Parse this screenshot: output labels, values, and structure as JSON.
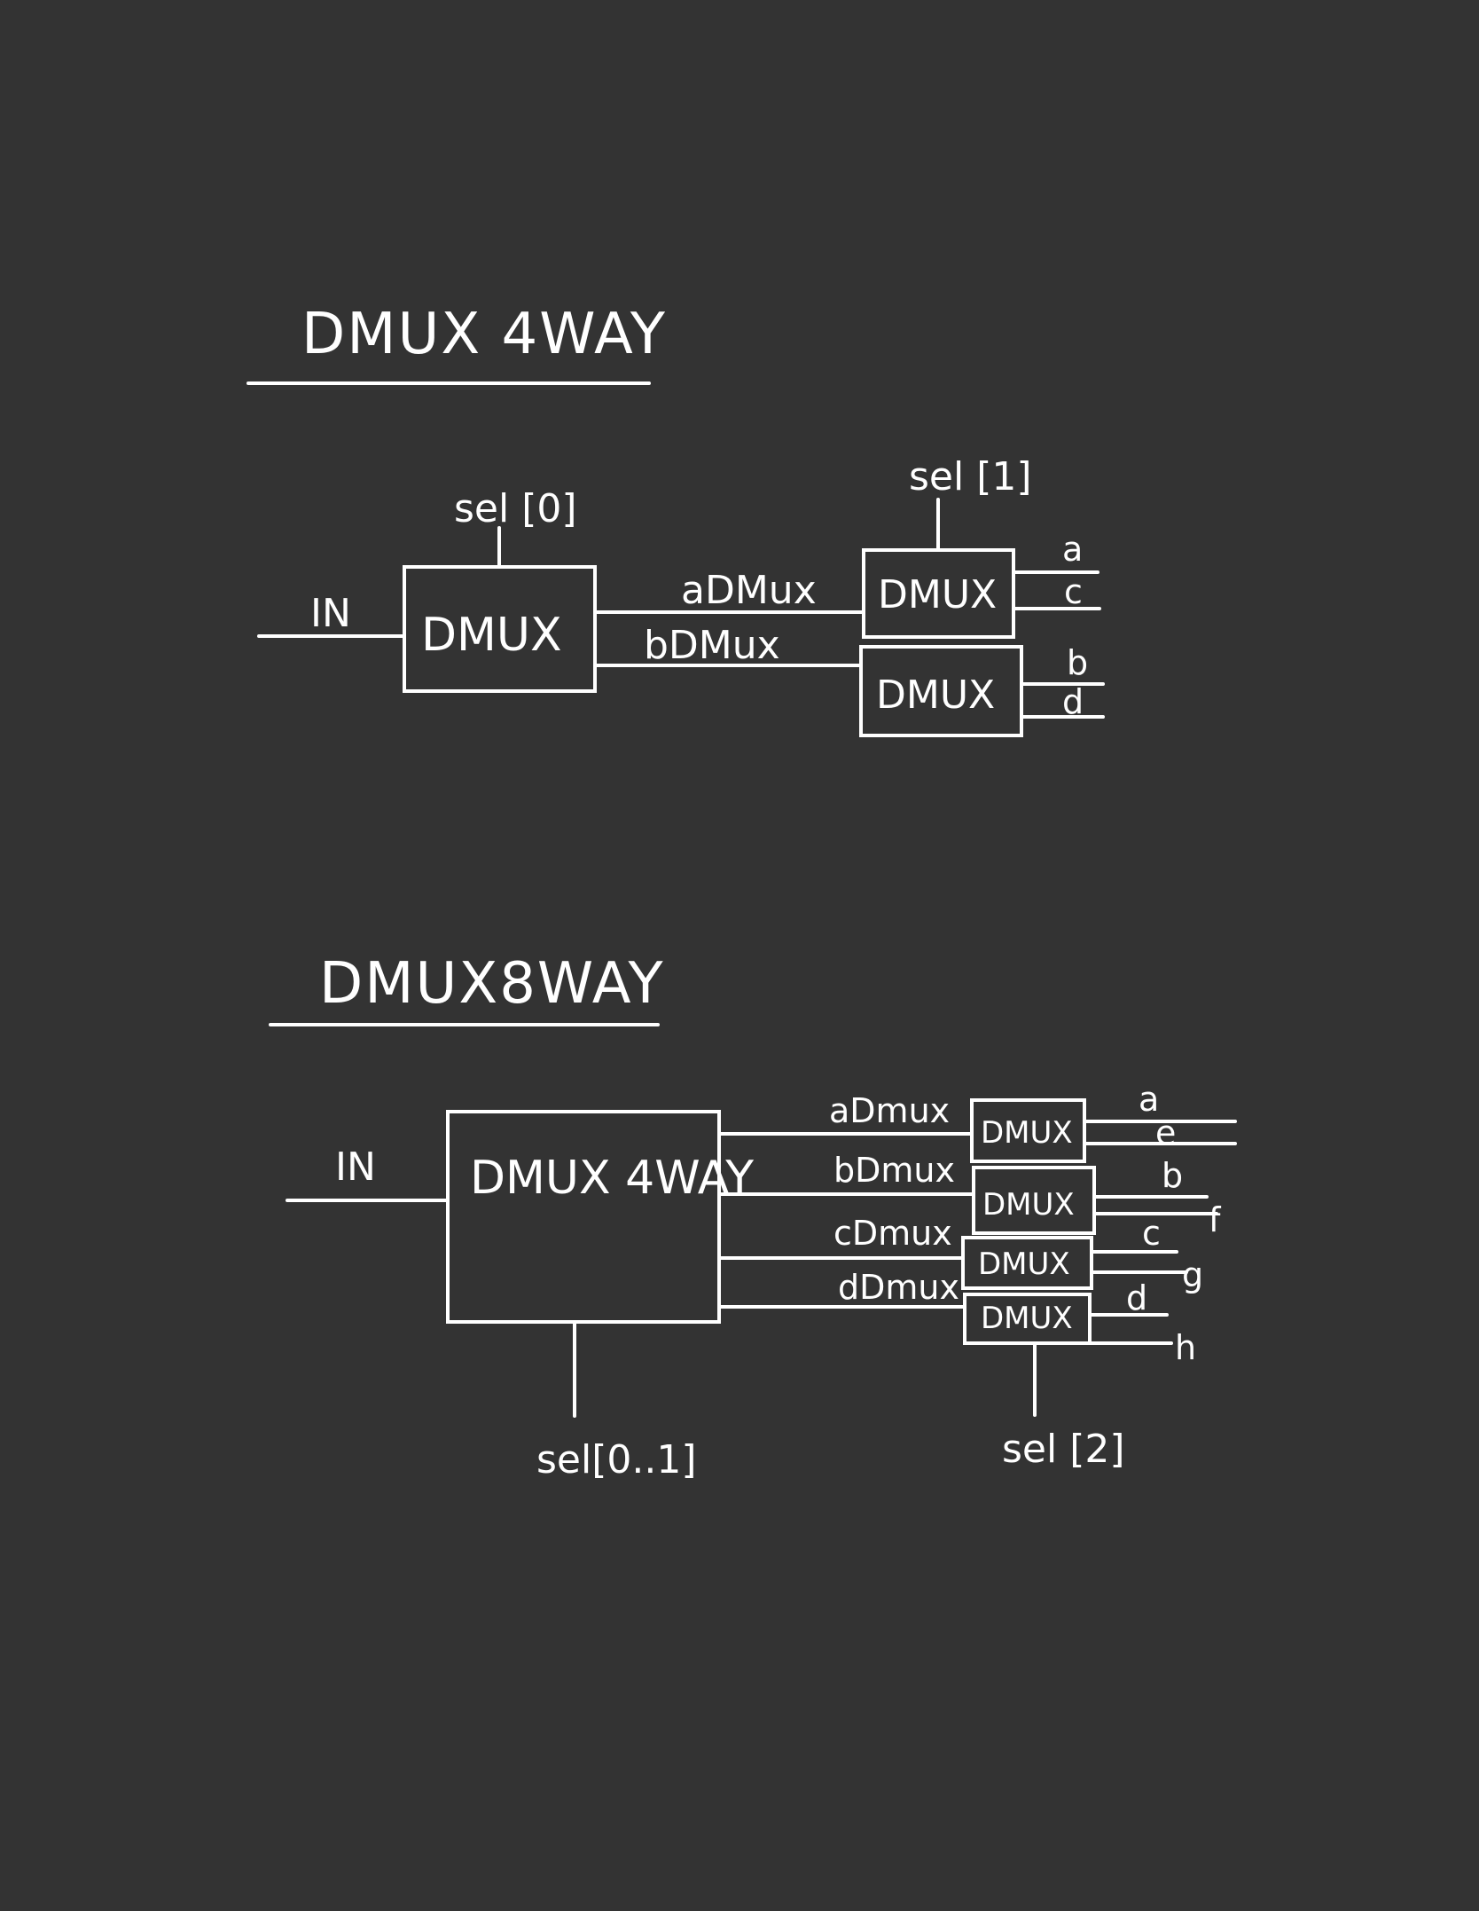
{
  "colors": {
    "background": "#333333",
    "ink": "#ffffff"
  },
  "dmux4way": {
    "title": "DMUX 4WAY",
    "input_label": "IN",
    "main_block_label": "DMUX",
    "main_sel_label": "sel [0]",
    "wire_a_label": "aDMux",
    "wire_b_label": "bDMux",
    "upper_block_label": "DMUX",
    "lower_block_label": "DMUX",
    "second_sel_label": "sel [1]",
    "outputs": [
      "a",
      "c",
      "b",
      "d"
    ]
  },
  "dmux8way": {
    "title": "DMUX8WAY",
    "input_label": "IN",
    "main_block_label": "DMUX 4WAY",
    "main_sel_label": "sel[0..1]",
    "wire_labels": [
      "aDmux",
      "bDmux",
      "cDmux",
      "dDmux"
    ],
    "block_labels": [
      "DMUX",
      "DMUX",
      "DMUX",
      "DMUX"
    ],
    "second_sel_label": "sel [2]",
    "outputs": [
      "a",
      "e",
      "b",
      "f",
      "c",
      "g",
      "d",
      "h"
    ]
  }
}
